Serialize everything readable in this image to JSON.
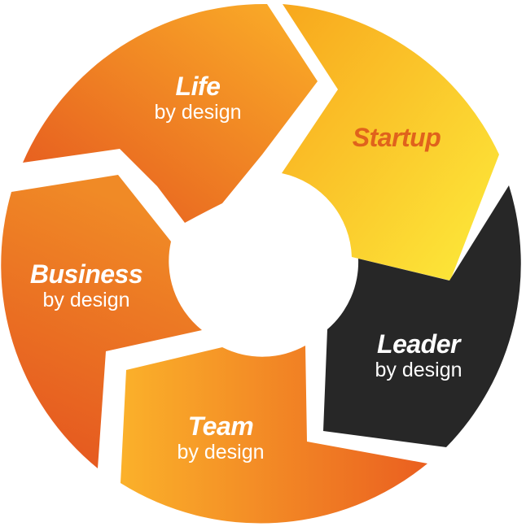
{
  "segments": [
    {
      "id": "life",
      "title": "Life",
      "subtitle": "by design"
    },
    {
      "id": "startup",
      "title": "Startup",
      "subtitle": ""
    },
    {
      "id": "leader",
      "title": "Leader",
      "subtitle": "by design"
    },
    {
      "id": "team",
      "title": "Team",
      "subtitle": "by design"
    },
    {
      "id": "business",
      "title": "Business",
      "subtitle": "by design"
    }
  ],
  "colors": {
    "orange_light": "#f9a11c",
    "orange_dark": "#e4541f",
    "yellow_light": "#fde53a",
    "yellow_dark": "#f8ae1f",
    "dark": "#272727",
    "startup_text": "#e0621c",
    "label_text": "#ffffff"
  }
}
